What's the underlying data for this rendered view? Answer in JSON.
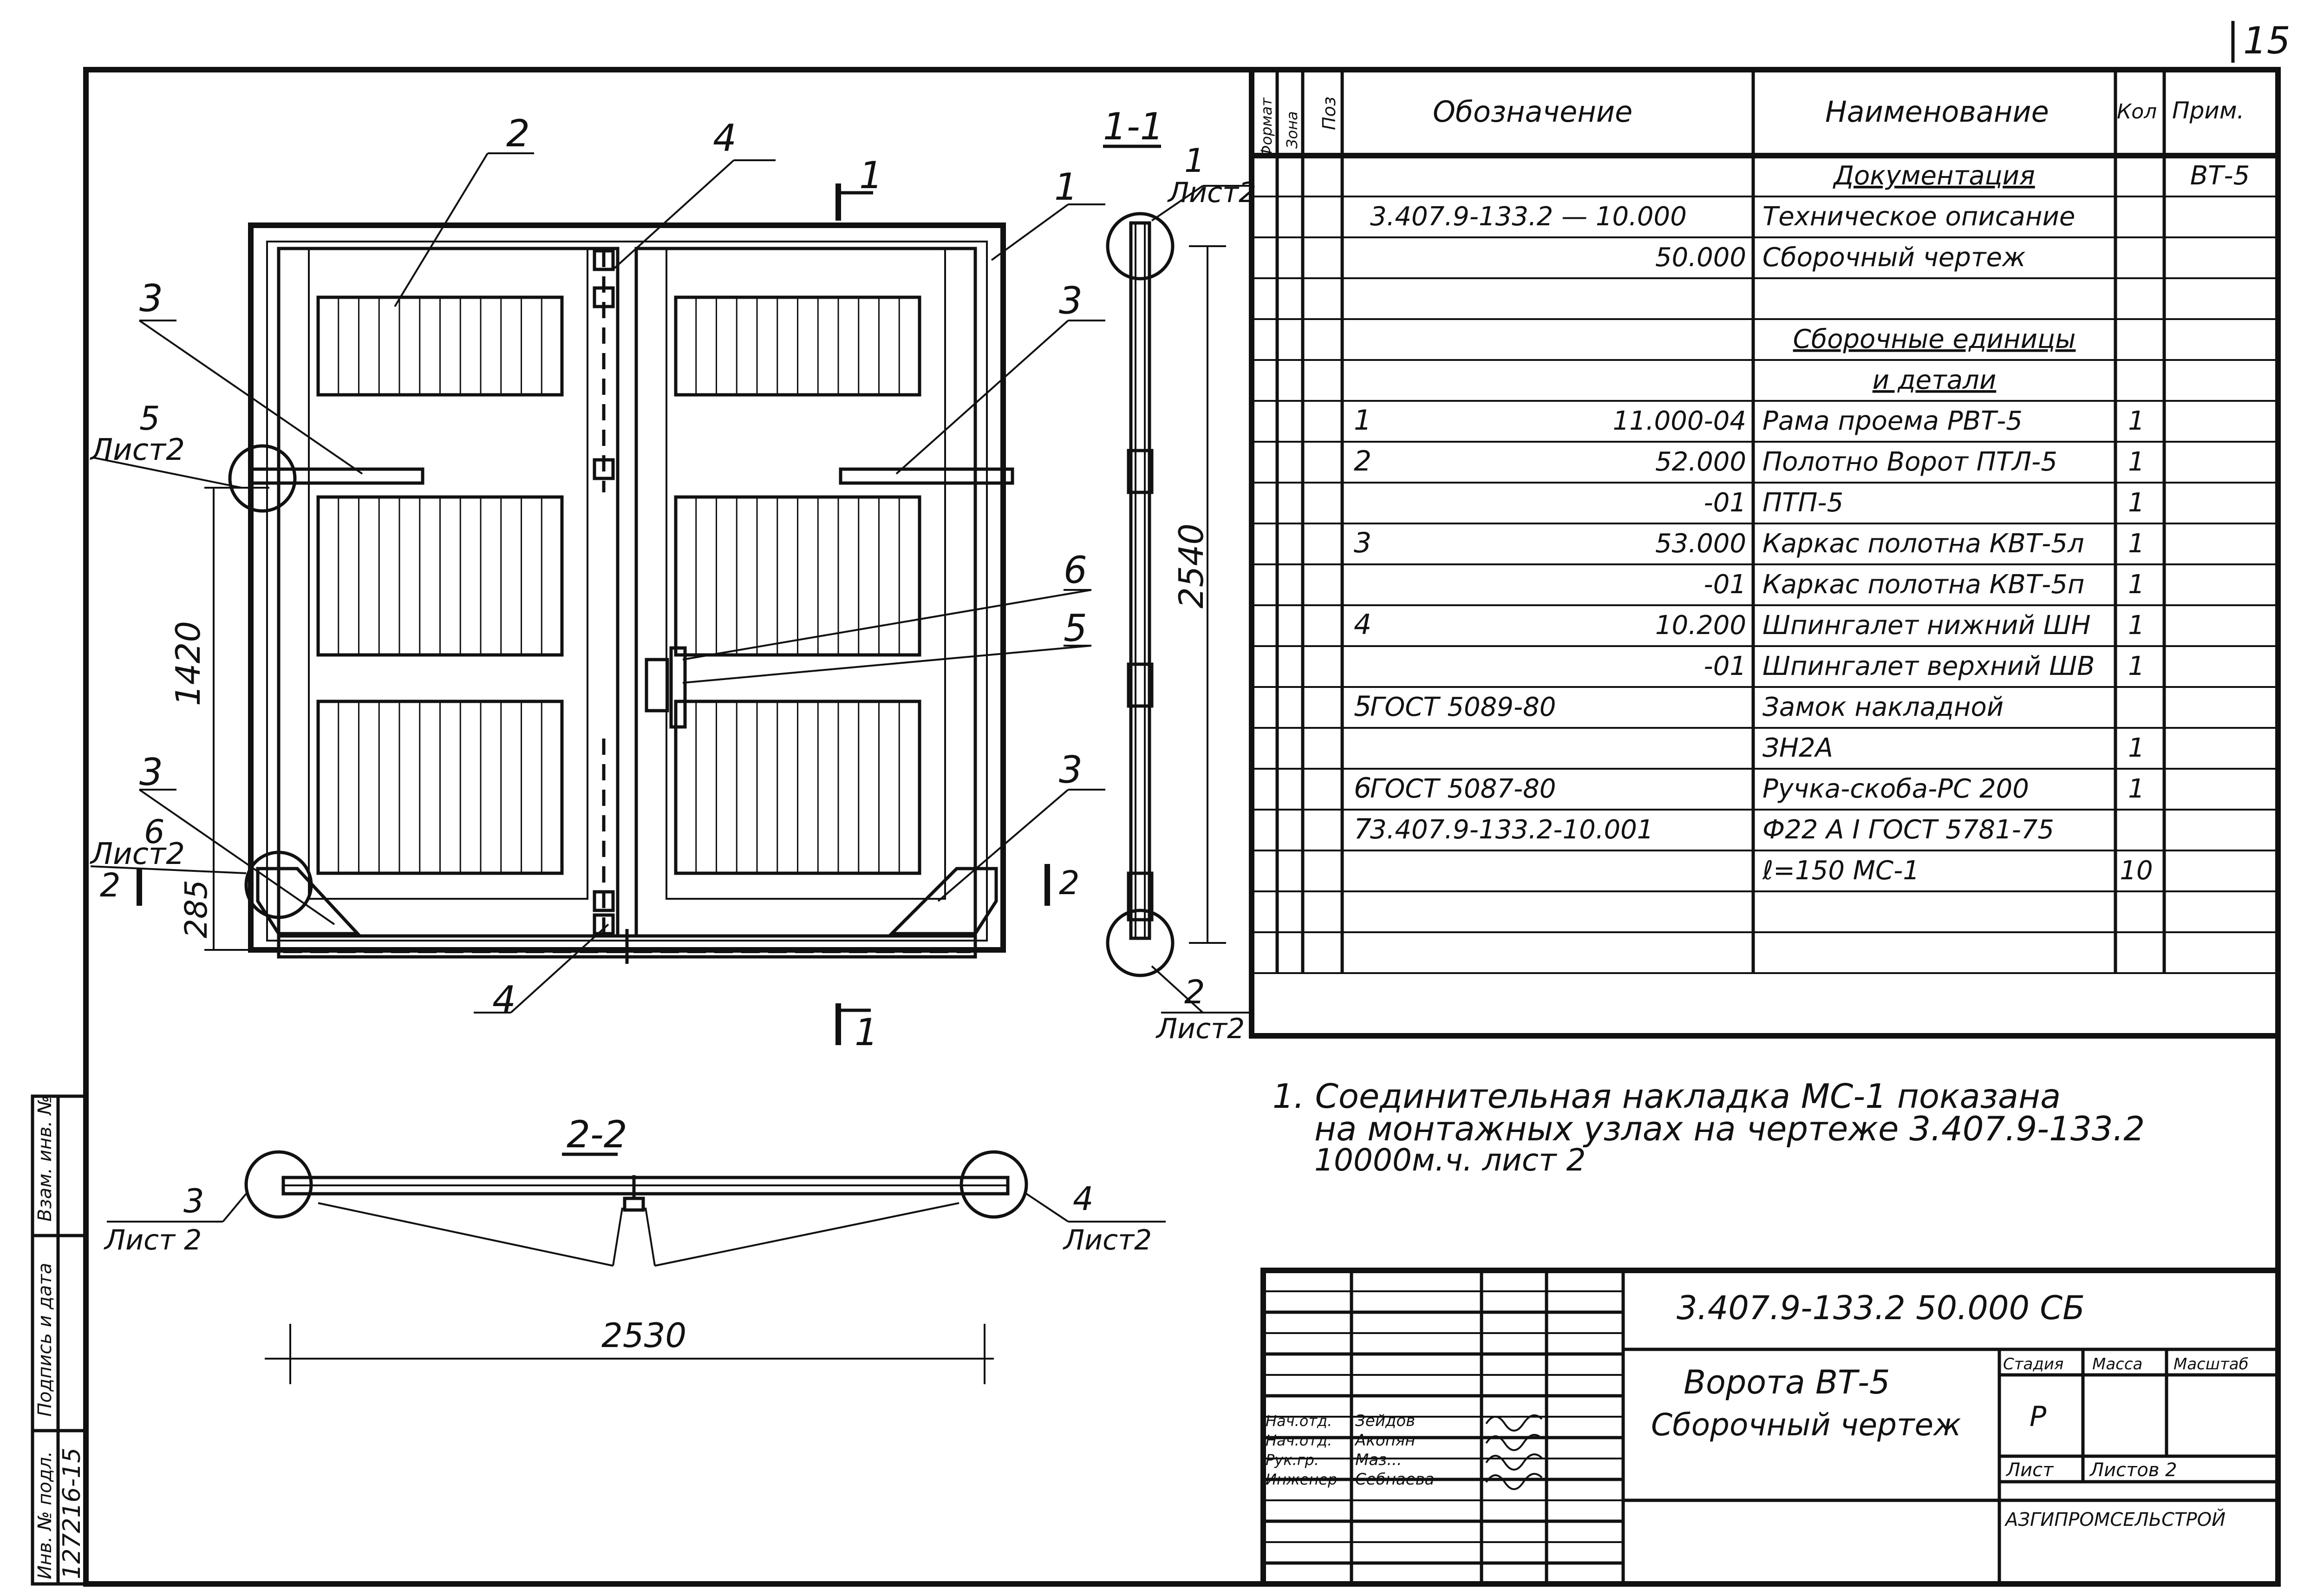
{
  "page_number": "15",
  "views": {
    "section_1_1_title": "1-1",
    "section_2_2_title": "2-2",
    "cut_mark": "1",
    "cut_mark_2": "2",
    "sheet_ref": "Лист2",
    "sheet_ref_alt": "Лист 2",
    "dims": {
      "overall_height": "2540",
      "lock_height": "1420",
      "bolt_height": "285",
      "overall_width": "2530"
    },
    "callouts": {
      "front": [
        "1",
        "2",
        "3",
        "3",
        "3",
        "3",
        "4",
        "4",
        "5",
        "5",
        "6",
        "6"
      ],
      "section_1_1": [
        "1",
        "2"
      ],
      "section_2_2": [
        "3",
        "4"
      ]
    }
  },
  "spec_table": {
    "headers": {
      "format": "Формат",
      "zone": "Зона",
      "pos": "Поз",
      "designation": "Обозначение",
      "name": "Наименование",
      "qty": "Кол",
      "note": "Прим."
    },
    "rows": [
      {
        "pos": "",
        "designation": "",
        "name": "Документация",
        "qty": "",
        "note": "ВТ-5"
      },
      {
        "pos": "",
        "designation": "3.407.9-133.2 — 10.000",
        "name": "Техническое описание",
        "qty": "",
        "note": ""
      },
      {
        "pos": "",
        "designation": "50.000",
        "name": "Сборочный чертеж",
        "qty": "",
        "note": ""
      },
      {
        "pos": "",
        "designation": "",
        "name": "",
        "qty": "",
        "note": ""
      },
      {
        "pos": "",
        "designation": "",
        "name": "Сборочные единицы",
        "qty": "",
        "note": ""
      },
      {
        "pos": "",
        "designation": "",
        "name": "и детали",
        "qty": "",
        "note": ""
      },
      {
        "pos": "1",
        "designation": "11.000-04",
        "name": "Рама проема РВТ-5",
        "qty": "1",
        "note": ""
      },
      {
        "pos": "2",
        "designation": "52.000",
        "name": "Полотно Ворот ПТЛ-5",
        "qty": "1",
        "note": ""
      },
      {
        "pos": "",
        "designation": "-01",
        "name": "ПТП-5",
        "qty": "1",
        "note": ""
      },
      {
        "pos": "3",
        "designation": "53.000",
        "name": "Каркас полотна КВТ-5л",
        "qty": "1",
        "note": ""
      },
      {
        "pos": "",
        "designation": "-01",
        "name": "Каркас полотна КВТ-5п",
        "qty": "1",
        "note": ""
      },
      {
        "pos": "4",
        "designation": "10.200",
        "name": "Шпингалет нижний ШН",
        "qty": "1",
        "note": ""
      },
      {
        "pos": "",
        "designation": "-01",
        "name": "Шпингалет верхний ШВ",
        "qty": "1",
        "note": ""
      },
      {
        "pos": "5",
        "designation": "ГОСТ 5089-80",
        "name": "Замок накладной",
        "qty": "",
        "note": ""
      },
      {
        "pos": "",
        "designation": "",
        "name": "ЗН2А",
        "qty": "1",
        "note": ""
      },
      {
        "pos": "6",
        "designation": "ГОСТ 5087-80",
        "name": "Ручка-скоба-РС 200",
        "qty": "1",
        "note": ""
      },
      {
        "pos": "7",
        "designation": "3.407.9-133.2-10.001",
        "name": "Ф22 А I ГОСТ 5781-75",
        "qty": "",
        "note": ""
      },
      {
        "pos": "",
        "designation": "",
        "name": "ℓ=150          МС-1",
        "qty": "10",
        "note": ""
      },
      {
        "pos": "",
        "designation": "",
        "name": "",
        "qty": "",
        "note": ""
      },
      {
        "pos": "",
        "designation": "",
        "name": "",
        "qty": "",
        "note": ""
      }
    ]
  },
  "note": [
    "1. Соединительная накладка МС-1 показана",
    "на монтажных узлах на чертеже 3.407.9-133.2",
    "10000м.ч. лист 2"
  ],
  "title_block": {
    "code": "3.407.9-133.2    50.000 СБ",
    "title_line1": "Ворота  ВТ-5",
    "title_line2": "Сборочный чертеж",
    "stage_label": "Стадия",
    "mass_label": "Масса",
    "scale_label": "Масштаб",
    "stage_value": "Р",
    "sheet_label": "Лист",
    "sheets_label": "Листов 2",
    "org": "АЗГИПРОМСЕЛЬСТРОЙ",
    "signatures": [
      {
        "role": "Нач.отд.",
        "name": "Зейдов"
      },
      {
        "role": "Нач.отд.",
        "name": "Акопян"
      },
      {
        "role": "Рук.гр.",
        "name": "Маз..."
      },
      {
        "role": "Инженер",
        "name": "Себнаева"
      }
    ]
  },
  "left_strip": {
    "inv_label": "Инв. № подл.",
    "sign_label": "Подпись и дата",
    "replace_label": "Взам. инв. №",
    "inv_number": "127216-15"
  }
}
